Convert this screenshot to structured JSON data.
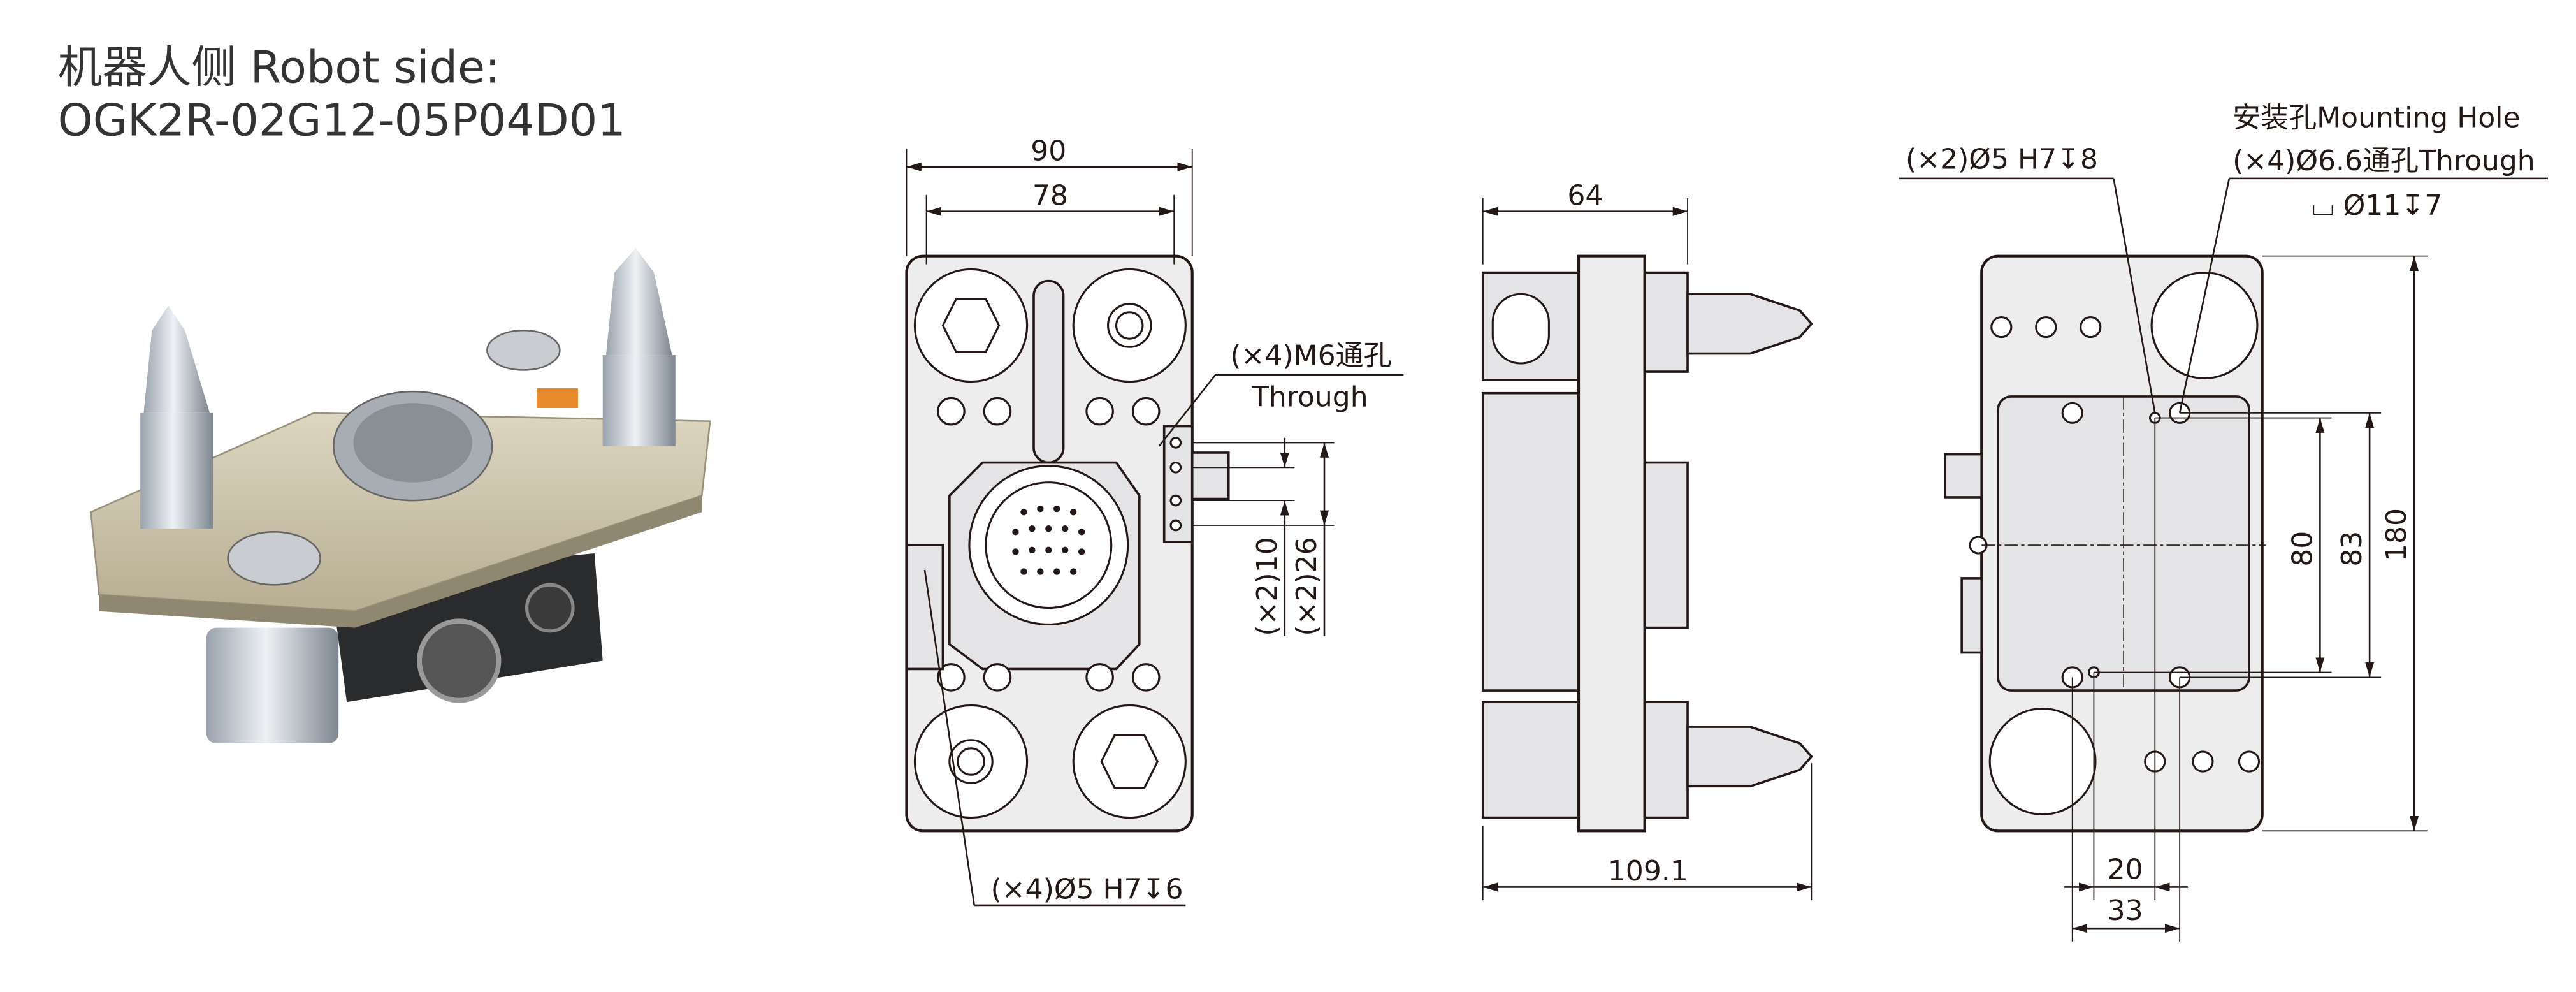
{
  "title": {
    "line1": "机器人侧 Robot side:",
    "line2": "OGK2R-02G12-05P04D01"
  },
  "front_view": {
    "width_outer": "90",
    "width_inner": "78",
    "m6_note_line1": "(×4)M6通孔",
    "m6_note_line2": "Through",
    "pitch_small": "(×2)10",
    "pitch_large": "(×2)26",
    "pin_hole_note": "(×4)Ø5 H7↧6"
  },
  "side_view": {
    "depth_plate": "64",
    "overall_length": "109.1"
  },
  "rear_view": {
    "pin_hole_note": "(×2)Ø5 H7↧8",
    "mounting_title": "安装孔Mounting Hole",
    "mounting_holes": "(×4)Ø6.6通孔Through",
    "counterbore": "⌴ Ø11↧7",
    "height_inner": "80",
    "height_mid": "83",
    "height_overall": "180",
    "offset_small": "20",
    "offset_large": "33"
  },
  "colors": {
    "line": "#231815",
    "part_fill": "#ededee",
    "photo_plate": "#cfc7ae"
  }
}
